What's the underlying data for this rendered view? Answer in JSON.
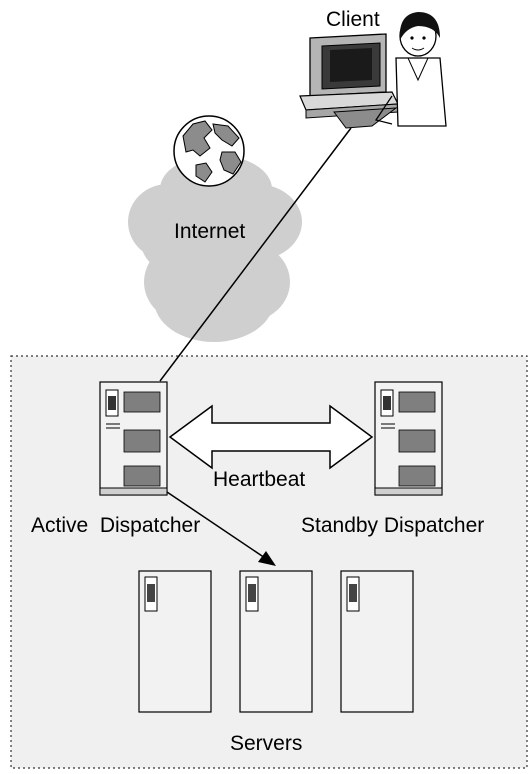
{
  "labels": {
    "client": "Client",
    "internet": "Internet",
    "heartbeat": "Heartbeat",
    "active_dispatcher": "Active  Dispatcher",
    "standby_dispatcher": "Standby Dispatcher",
    "servers": "Servers"
  },
  "colors": {
    "cloud": "#cfcfcf",
    "cluster_bg": "#f0f0f0",
    "server_face": "#f2f2f2",
    "server_panel": "#7f7f7f",
    "line": "#000000"
  },
  "icons": {
    "client": "user-at-workstation-icon",
    "globe": "globe-icon",
    "cloud": "cloud-icon",
    "dispatcher": "server-tower-icon",
    "server": "server-tower-icon",
    "heartbeat": "double-headed-arrow-icon"
  }
}
